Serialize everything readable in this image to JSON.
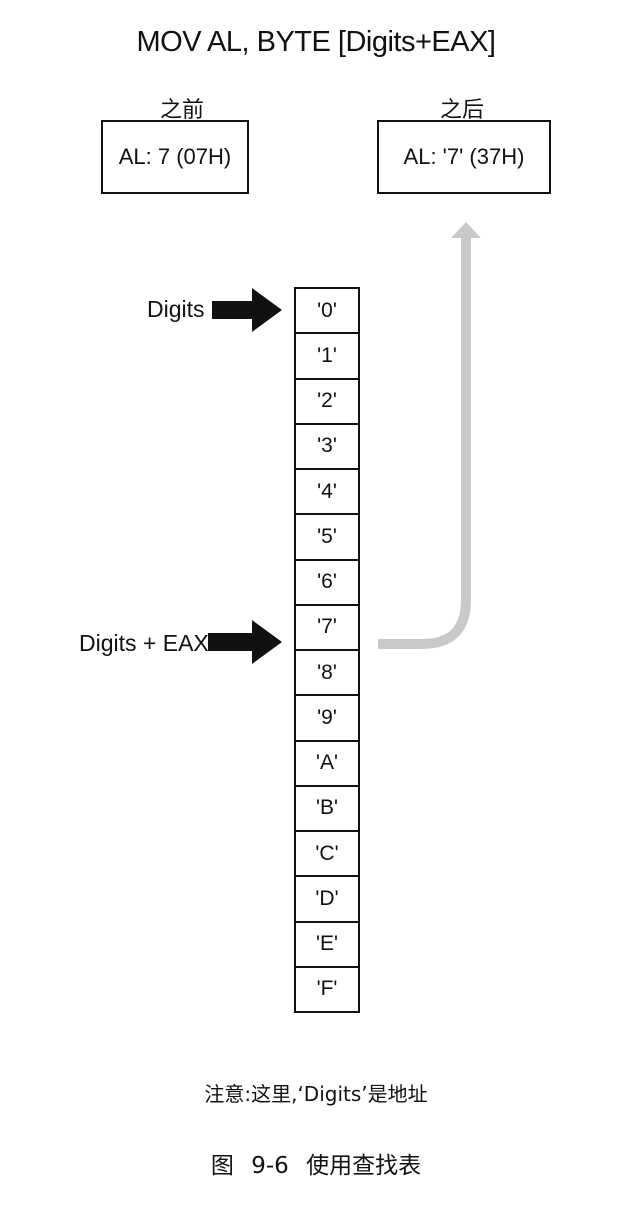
{
  "title": "MOV AL, BYTE [Digits+EAX]",
  "before": {
    "label": "之前",
    "value": "AL: 7 (07H)"
  },
  "after": {
    "label": "之后",
    "value": "AL: '7' (37H)"
  },
  "pointers": {
    "digits": "Digits",
    "digits_eax": "Digits + EAX"
  },
  "table": {
    "cells": [
      "'0'",
      "'1'",
      "'2'",
      "'3'",
      "'4'",
      "'5'",
      "'6'",
      "'7'",
      "'8'",
      "'9'",
      "'A'",
      "'B'",
      "'C'",
      "'D'",
      "'E'",
      "'F'"
    ]
  },
  "note": "注意:这里,‘Digits’是地址",
  "caption": "图 9-6 使用查找表"
}
